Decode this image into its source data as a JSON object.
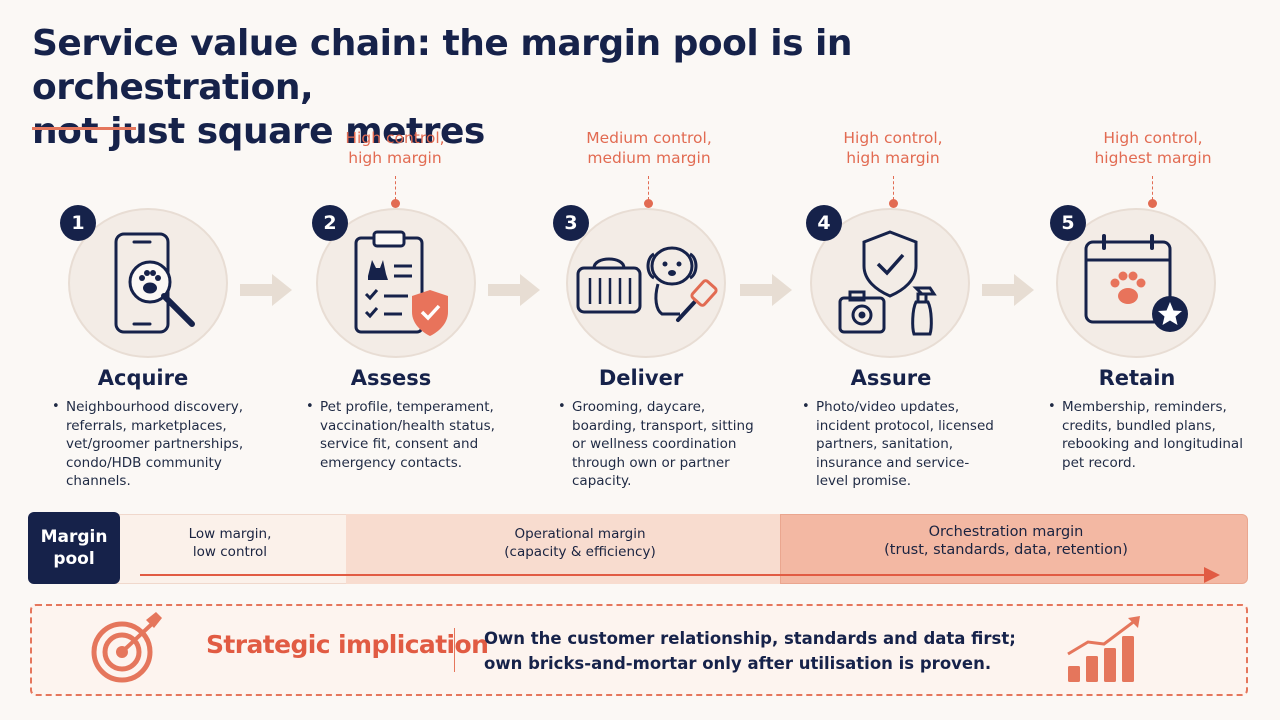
{
  "title": {
    "line1": "Service value chain: the margin pool is in orchestration,",
    "line2": "not just square metres"
  },
  "stages": [
    {
      "number": "1",
      "name": "Acquire",
      "control": [
        "",
        ""
      ],
      "description": "Neighbourhood discovery, referrals, marketplaces, vet/groomer partnerships, condo/HDB community channels.",
      "icon": "phone-paw-search-icon"
    },
    {
      "number": "2",
      "name": "Assess",
      "control": [
        "High control,",
        "high margin"
      ],
      "description": "Pet profile, temperament, vaccination/health status, service fit, consent and emergency contacts.",
      "icon": "clipboard-shield-icon"
    },
    {
      "number": "3",
      "name": "Deliver",
      "control": [
        "Medium control,",
        "medium margin"
      ],
      "description": "Grooming, daycare, boarding, transport, sitting or wellness coordination through own or partner capacity.",
      "icon": "carrier-dog-brush-icon"
    },
    {
      "number": "4",
      "name": "Assure",
      "control": [
        "High control,",
        "high margin"
      ],
      "description": "Photo/video updates, incident protocol, licensed partners, sanitation, insurance and service-level promise.",
      "icon": "shield-camera-spray-icon"
    },
    {
      "number": "5",
      "name": "Retain",
      "control": [
        "High control,",
        "highest margin"
      ],
      "description": "Membership, reminders, credits, bundled plans, rebooking and longitudinal pet record.",
      "icon": "calendar-paw-star-icon"
    }
  ],
  "margin_pool": {
    "label_line1": "Margin",
    "label_line2": "pool",
    "bands": [
      {
        "line1": "Low margin,",
        "line2": "low control"
      },
      {
        "line1": "Operational margin",
        "line2": "(capacity & efficiency)"
      },
      {
        "line1": "Orchestration margin",
        "line2": "(trust, standards, data, retention)"
      }
    ]
  },
  "implication": {
    "title": "Strategic implication",
    "line1": "Own the customer relationship, standards and data first;",
    "line2": "own bricks-and-mortar only after utilisation is proven."
  },
  "colors": {
    "navy": "#16224a",
    "accent": "#e26b52",
    "circle_fill": "#f3ece6",
    "background": "#fbf8f5"
  }
}
